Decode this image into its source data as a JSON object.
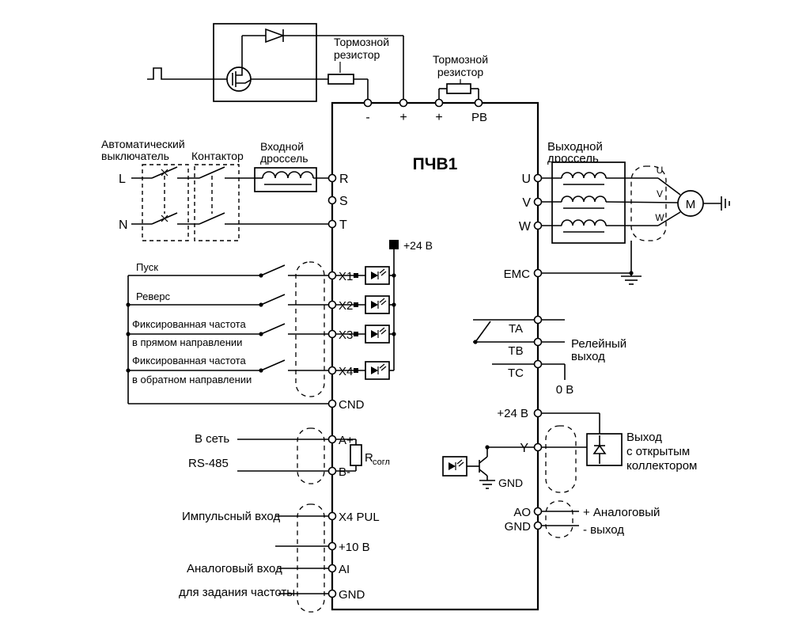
{
  "title": "ПЧВ1",
  "top": {
    "brake1_l1": "Тормозной",
    "brake1_l2": "резистор",
    "brake2_l1": "Тормозной",
    "brake2_l2": "резистор",
    "t_minus": "-",
    "t_plus1": "+",
    "t_plus2": "+",
    "t_pb": "РВ"
  },
  "input": {
    "breaker_l1": "Автоматический",
    "breaker_l2": "выключатель",
    "contactor": "Контактор",
    "choke_l1": "Входной",
    "choke_l2": "дроссель",
    "phase_l": "L",
    "phase_n": "N"
  },
  "terminals_left": {
    "R": "R",
    "S": "S",
    "T": "T",
    "X1": "X1",
    "X2": "X2",
    "X3": "X3",
    "X4": "X4",
    "CND": "CND",
    "Aplus": "A+",
    "Bminus": "B-",
    "X4PUL": "X4 PUL",
    "V10": "+10 В",
    "AI": "AI",
    "GND": "GND"
  },
  "controls": {
    "start": "Пуск",
    "reverse": "Реверс",
    "fix_fwd_l1": "Фиксированная частота",
    "fix_fwd_l2": "в прямом направлении",
    "fix_rev_l1": "Фиксированная частота",
    "fix_rev_l2": "в обратном направлении",
    "net_l1": "В сеть",
    "net_l2": "RS-485",
    "pulse": "Импульсный вход",
    "analog_l1": "Аналоговый вход",
    "analog_l2": "для задания частоты"
  },
  "internal": {
    "p24_left": "+24 В",
    "r_sogl": "R",
    "r_sogl_sub": "согл",
    "p24_right": "+24 В",
    "gnd_internal": "GND"
  },
  "output": {
    "choke_l1": "Выходной",
    "choke_l2": "дроссель",
    "U": "U",
    "V": "V",
    "W": "W",
    "wire_u": "U",
    "wire_v": "V",
    "wire_w": "W",
    "motor": "M",
    "EMC": "EMC",
    "TA": "TA",
    "TB": "TB",
    "TC": "TC",
    "relay_l1": "Релейный",
    "relay_l2": "выход",
    "zero_v": "0 В",
    "Y": "Y",
    "oc_l1": "Выход",
    "oc_l2": "с открытым",
    "oc_l3": "коллектором",
    "AO": "AO",
    "GND2": "GND",
    "ao_l1": "+ Аналоговый",
    "ao_l2": "- выход"
  }
}
